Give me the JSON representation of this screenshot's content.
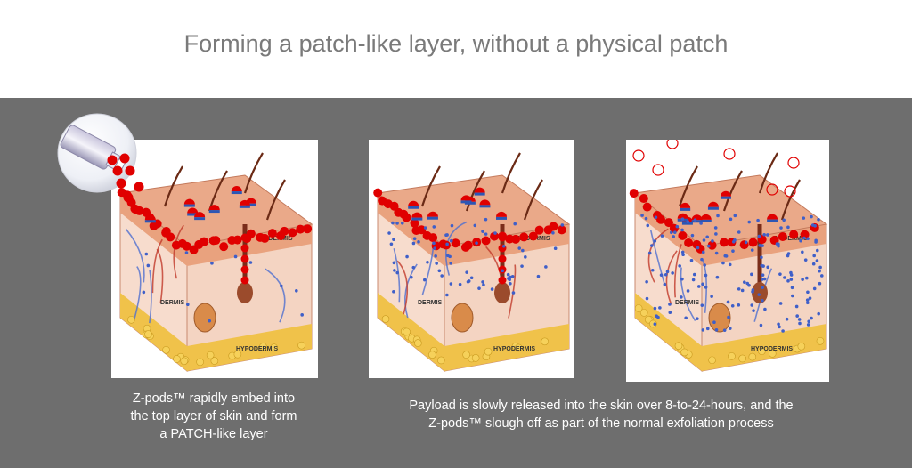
{
  "title": "Forming a patch-like layer, without a physical patch",
  "colors": {
    "band": "#6e6e6e",
    "zpod": "#e00000",
    "zpod_cap": "#2d56b4",
    "payload_dot": "#3f5fc8",
    "sloughed_pod": "#e00000",
    "epidermis": "#e9a27e",
    "dermis": "#f4d4c2",
    "hypodermis": "#f0c24a"
  },
  "icons": {
    "applicator": "cream-tube-icon"
  },
  "panels": [
    {
      "layers": {
        "epidermis": "EPIDERMIS",
        "dermis": "DERMIS",
        "hypodermis": "HYPODERMIS"
      }
    },
    {
      "layers": {
        "epidermis": "EPIDERMIS",
        "dermis": "DERMIS",
        "hypodermis": "HYPODERMIS"
      }
    },
    {
      "layers": {
        "epidermis": "EPIDERMIS",
        "dermis": "DERMIS",
        "hypodermis": "HYPODERMIS"
      }
    }
  ],
  "captions": {
    "left": [
      "Z-pods™ rapidly embed into",
      "the top layer of skin and form",
      "a PATCH-like layer"
    ],
    "right": [
      "Payload is slowly released into the skin over 8-to-24-hours, and the",
      "Z-pods™ slough off as part of the normal exfoliation process"
    ]
  }
}
